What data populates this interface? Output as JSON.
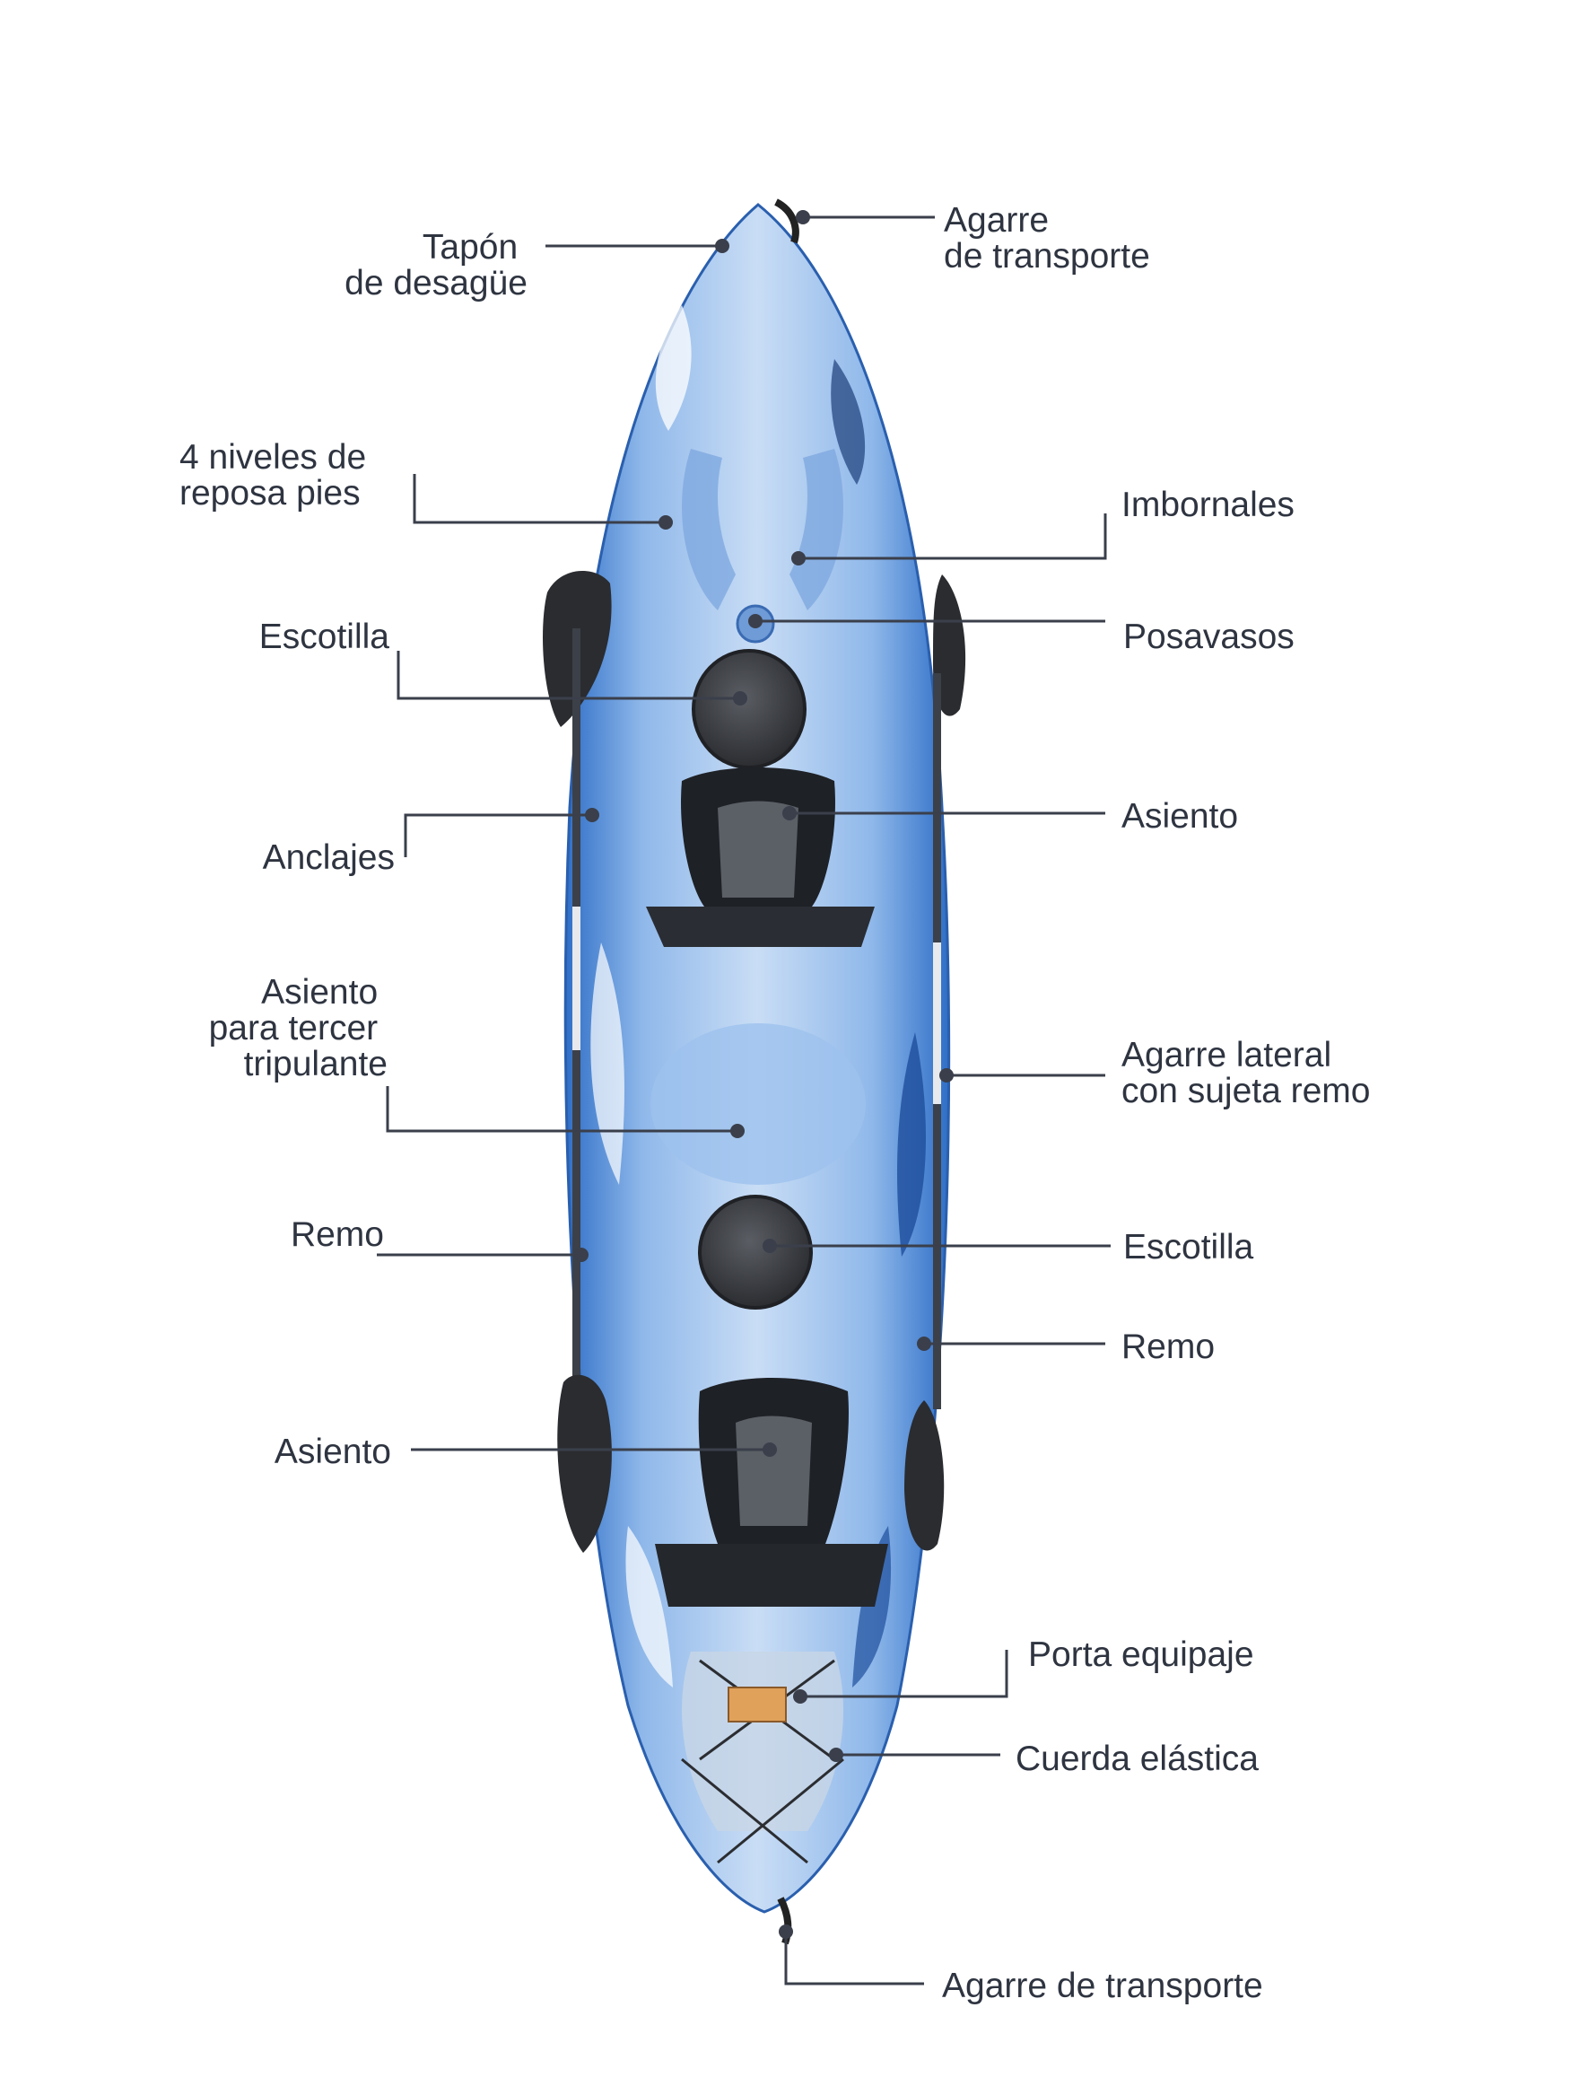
{
  "colors": {
    "label": "#2e3440",
    "leader": "#3a3f4b",
    "hull_blue": "#3d7fd6",
    "hull_light": "#a9c9f0",
    "seat": "#1e2126",
    "hatch": "#3c3f45",
    "paddle": "#2a2c30",
    "crate": "#e0a15a"
  },
  "labels": {
    "tapon": [
      "Tapón",
      "de desagüe"
    ],
    "agarre_top": [
      "Agarre",
      "de transporte"
    ],
    "reposapies": [
      "4 niveles de",
      "reposa pies"
    ],
    "imbornales": [
      "Imbornales"
    ],
    "escotilla_1": [
      "Escotilla"
    ],
    "posavasos": [
      "Posavasos"
    ],
    "asiento_1": [
      "Asiento"
    ],
    "anclajes": [
      "Anclajes"
    ],
    "asiento_tercer": [
      "Asiento",
      "para tercer",
      "tripulante"
    ],
    "agarre_lateral": [
      "Agarre lateral",
      "con sujeta remo"
    ],
    "remo_left": [
      "Remo"
    ],
    "escotilla_2": [
      "Escotilla"
    ],
    "remo_right": [
      "Remo"
    ],
    "asiento_2": [
      "Asiento"
    ],
    "porta_equipaje": [
      "Porta equipaje"
    ],
    "cuerda": [
      "Cuerda elástica"
    ],
    "agarre_bottom": [
      "Agarre de transporte"
    ]
  }
}
